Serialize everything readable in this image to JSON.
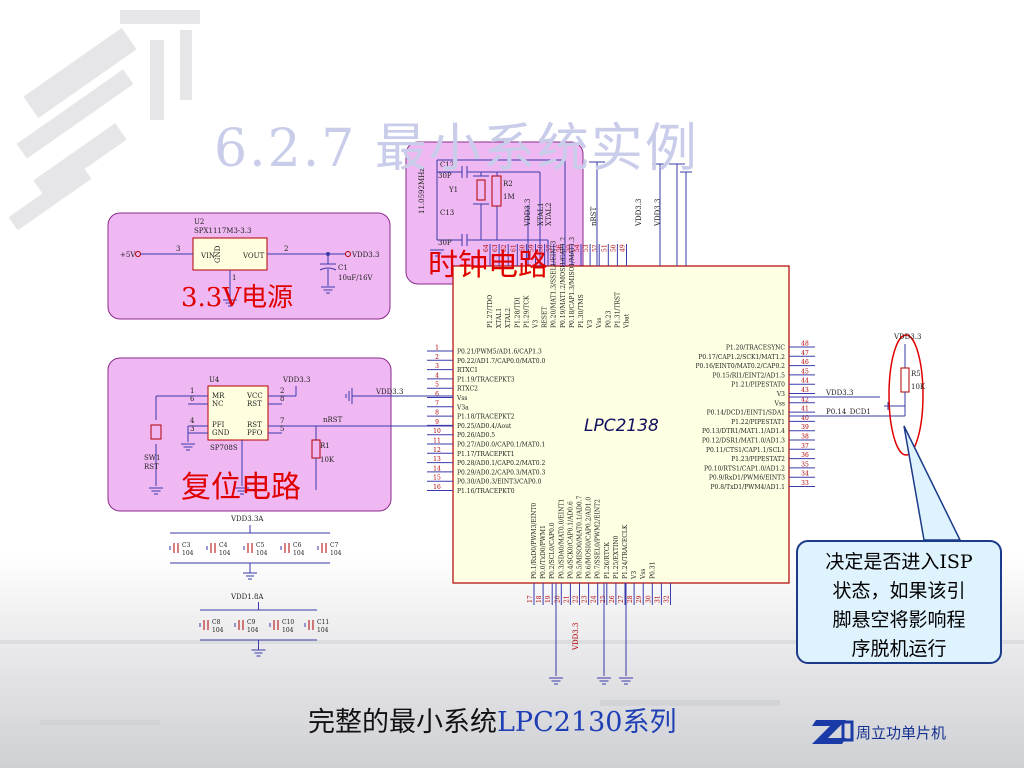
{
  "title": "6.2.7  最小系统实例",
  "block_labels": {
    "clock": "时钟电路",
    "power": "3.3V电源",
    "reset": "复位电路"
  },
  "callout_lines": [
    "决定是否进入ISP",
    "状态，如果该引",
    "脚悬空将影响程",
    "序脱机运行"
  ],
  "caption": {
    "prefix": "完整的最小系统",
    "accent": "LPC2130系列"
  },
  "logo_text": "周立功单片机",
  "colors": {
    "block_fill": "#f0b8f2",
    "title": "#c9cdea",
    "label": "#e00000",
    "wire": "#3a3aaa",
    "schematic_red": "#b00000"
  },
  "chip": {
    "name": "LPC2138",
    "left_pins": [
      {
        "num": "1",
        "label": "P0.21/PWM5/AD1.6/CAP1.3"
      },
      {
        "num": "2",
        "label": "P0.22/AD1.7/CAP0.0/MAT0.0"
      },
      {
        "num": "3",
        "label": "RTXC1"
      },
      {
        "num": "4",
        "label": "P1.19/TRACEPKT3"
      },
      {
        "num": "5",
        "label": "RTXC2"
      },
      {
        "num": "6",
        "label": "Vss"
      },
      {
        "num": "7",
        "label": "V3a"
      },
      {
        "num": "8",
        "label": "P1.18/TRACEPKT2"
      },
      {
        "num": "9",
        "label": "P0.25/AD0.4/Aout"
      },
      {
        "num": "10",
        "label": "P0.26/AD0.5"
      },
      {
        "num": "11",
        "label": "P0.27/AD0.0/CAP0.1/MAT0.1"
      },
      {
        "num": "12",
        "label": "P1.17/TRACEPKT1"
      },
      {
        "num": "13",
        "label": "P0.28/AD0.1/CAP0.2/MAT0.2"
      },
      {
        "num": "14",
        "label": "P0.29/AD0.2/CAP0.3/MAT0.3"
      },
      {
        "num": "15",
        "label": "P0.30/AD0.3/EINT3/CAP0.0"
      },
      {
        "num": "16",
        "label": "P1.16/TRACEPKT0"
      }
    ],
    "right_pins": [
      {
        "num": "48",
        "label": "P1.20/TRACESYNC"
      },
      {
        "num": "47",
        "label": "P0.17/CAP1.2/SCK1/MAT1.2"
      },
      {
        "num": "46",
        "label": "P0.16/EINT0/MAT0.2/CAP0.2"
      },
      {
        "num": "45",
        "label": "P0.15/RI1/EINT2/AD1.5"
      },
      {
        "num": "44",
        "label": "P1.21/PIPESTAT0"
      },
      {
        "num": "43",
        "label": "V3"
      },
      {
        "num": "42",
        "label": "Vss"
      },
      {
        "num": "41",
        "label": "P0.14/DCD1/EINT1/SDA1"
      },
      {
        "num": "40",
        "label": "P1.22/PIPESTAT1"
      },
      {
        "num": "39",
        "label": "P0.13/DTR1/MAT1.1/AD1.4"
      },
      {
        "num": "38",
        "label": "P0.12/DSR1/MAT1.0/AD1.3"
      },
      {
        "num": "37",
        "label": "P0.11/CTS1/CAP1.1/SCL1"
      },
      {
        "num": "36",
        "label": "P1.23/PIPESTAT2"
      },
      {
        "num": "35",
        "label": "P0.10/RTS1/CAP1.0/AD1.2"
      },
      {
        "num": "34",
        "label": "P0.9/RxD1/PWM6/EINT3"
      },
      {
        "num": "33",
        "label": "P0.8/TxD1/PWM4/AD1.1"
      }
    ],
    "top_pins": [
      {
        "num": "64",
        "label": "P1.27/TDO"
      },
      {
        "num": "63",
        "label": "XTAL1"
      },
      {
        "num": "62",
        "label": "XTAL2"
      },
      {
        "num": "61",
        "label": "P1.28/TDI"
      },
      {
        "num": "60",
        "label": "P1.29/TCK"
      },
      {
        "num": "59",
        "label": "V3"
      },
      {
        "num": "58",
        "label": "RESET"
      },
      {
        "num": "57",
        "label": "P0.20/MAT1.3/SSEL1/EINT3"
      },
      {
        "num": "56",
        "label": "P0.19/MAT1.2/MOSI1/CAP1.2"
      },
      {
        "num": "55",
        "label": "P0.18/CAP1.3/MISO1/MAT1.3"
      },
      {
        "num": "54",
        "label": "P1.30/TMS"
      },
      {
        "num": "53",
        "label": "V3"
      },
      {
        "num": "52",
        "label": "Vss"
      },
      {
        "num": "51",
        "label": "P0.23"
      },
      {
        "num": "50",
        "label": "P1.31/TRST"
      },
      {
        "num": "49",
        "label": "Vbat"
      }
    ],
    "bottom_pins": [
      {
        "num": "17",
        "label": "P0.1/RxD0/PWM3/EINT0"
      },
      {
        "num": "18",
        "label": "P0.0/TxD0/PWM1"
      },
      {
        "num": "19",
        "label": "P0.2/SCL0/CAP0.0"
      },
      {
        "num": "20",
        "label": "P0.3/SDA0/MAT0.0/EINT1"
      },
      {
        "num": "21",
        "label": "P0.4/SCK0/CAP0.1/AD0.6"
      },
      {
        "num": "22",
        "label": "P0.5/MISO0/MAT0.1/AD0.7"
      },
      {
        "num": "23",
        "label": "P0.6/MOSI0/CAP0.2/AD1.0"
      },
      {
        "num": "24",
        "label": "P0.7/SSEL0/PWM2/EINT2"
      },
      {
        "num": "25",
        "label": "P1.26/RTCK"
      },
      {
        "num": "26",
        "label": "P1.25/EXTIN0"
      },
      {
        "num": "27",
        "label": "P1.24/TRACECLK"
      },
      {
        "num": "28",
        "label": "V3"
      },
      {
        "num": "29",
        "label": "Vss"
      },
      {
        "num": "30",
        "label": "P0.31"
      },
      {
        "num": "31",
        "label": ""
      },
      {
        "num": "32",
        "label": ""
      }
    ]
  },
  "power_block": {
    "u2_ref": "U2",
    "u2_part": "SPX1117M3-3.3",
    "vin": "VIN",
    "vout": "VOUT",
    "gnd": "GND",
    "pin3": "3",
    "pin2": "2",
    "pin1": "1",
    "input": "+5V",
    "output": "VDD3.3",
    "c1": "C1",
    "c1_val": "10uF/16V"
  },
  "clock_block": {
    "y1": "Y1",
    "freq": "11.0592MHz",
    "c12": "C12",
    "c13": "C13",
    "c_val": "30P",
    "r2": "R2",
    "r2_val": "1M",
    "xtal1": "XTAL1",
    "xtal2": "XTAL2",
    "vdd": "VDD3.3"
  },
  "top_net_labels": [
    "nRST",
    "VDD3.3",
    "VDD3.3"
  ],
  "reset_block": {
    "u4_ref": "U4",
    "u4_part": "SP708S",
    "mr": "MR",
    "nc": "NC",
    "pfi": "PFI",
    "gnd": "GND",
    "vcc": "VCC",
    "rst": "RST",
    "rst_n": "RST",
    "pfo": "PFO",
    "pins": [
      "1",
      "6",
      "4",
      "3",
      "2",
      "8",
      "7",
      "5"
    ],
    "vdd": "VDD3.3",
    "nrst": "nRST",
    "r1": "R1",
    "r1_val": "10K",
    "sw": "SW1",
    "sw_name": "RST"
  },
  "left_net": "VDD3.3",
  "right_net": {
    "vdd": "VDD3.3",
    "p014": "P0.14_DCD1",
    "r5": "R5",
    "r5_val": "10K",
    "vdd_top": "VDD3.3"
  },
  "bottom_net": "VDD3.3",
  "cap_group_1": {
    "rail": "VDD3.3A",
    "caps": [
      {
        "ref": "C3",
        "val": "104"
      },
      {
        "ref": "C4",
        "val": "104"
      },
      {
        "ref": "C5",
        "val": "104"
      },
      {
        "ref": "C6",
        "val": "104"
      },
      {
        "ref": "C7",
        "val": "104"
      }
    ]
  },
  "cap_group_2": {
    "rail": "VDD1.8A",
    "caps": [
      {
        "ref": "C8",
        "val": "104"
      },
      {
        "ref": "C9",
        "val": "104"
      },
      {
        "ref": "C10",
        "val": "104"
      },
      {
        "ref": "C11",
        "val": "104"
      }
    ]
  }
}
